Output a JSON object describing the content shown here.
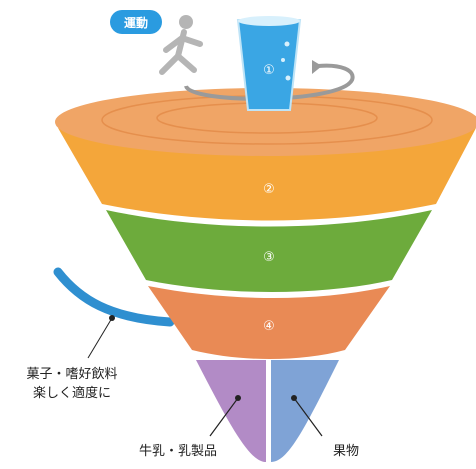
{
  "diagram": {
    "exercise_label": "運動",
    "tier_numbers": [
      "①",
      "②",
      "③",
      "④"
    ],
    "snacks_caption": [
      "菓子・嗜好飲料",
      "楽しく適度に"
    ],
    "milk_label": "牛乳・乳製品",
    "fruit_label": "果物"
  },
  "colors": {
    "top_disc": "#f0a566",
    "tier_2": "#f4a63a",
    "tier_3": "#6dab3c",
    "tier_4": "#e98a55",
    "milk": "#b28bc6",
    "fruit": "#7fa3d6",
    "water": "#3aa6e4",
    "snack_string": "#2f8fd0",
    "badge": "#2a9be0"
  }
}
